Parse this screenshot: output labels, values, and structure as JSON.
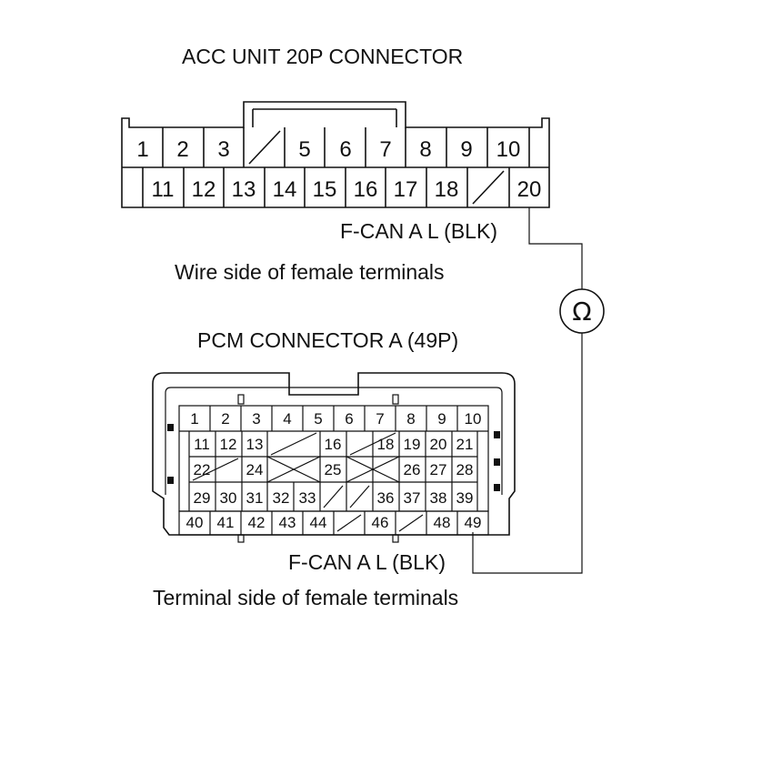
{
  "acc_connector": {
    "title": "ACC UNIT 20P CONNECTOR",
    "view_label": "Wire side of female terminals",
    "probe_label": "F-CAN A L (BLK)",
    "row1": [
      "1",
      "2",
      "3",
      "",
      "5",
      "6",
      "7",
      "8",
      "9",
      "10"
    ],
    "row2": [
      "11",
      "12",
      "13",
      "14",
      "15",
      "16",
      "17",
      "18",
      "",
      "20"
    ]
  },
  "pcm_connector": {
    "title": "PCM CONNECTOR A (49P)",
    "view_label": "Terminal side of female terminals",
    "probe_label": "F-CAN A L (BLK)",
    "row1": [
      "1",
      "2",
      "3",
      "4",
      "5",
      "6",
      "7",
      "8",
      "9",
      "10"
    ],
    "row2": [
      "11",
      "12",
      "13",
      "",
      "",
      "16",
      "",
      "18",
      "19",
      "20",
      "21"
    ],
    "row3": [
      "22",
      "",
      "24",
      "",
      "",
      "25",
      "",
      "",
      "26",
      "27",
      "28"
    ],
    "row4": [
      "29",
      "30",
      "31",
      "32",
      "33",
      "",
      "",
      "36",
      "37",
      "38",
      "39"
    ],
    "row5": [
      "40",
      "41",
      "42",
      "43",
      "44",
      "",
      "46",
      "",
      "48",
      "49"
    ]
  },
  "meter": {
    "symbol": "Ω"
  }
}
